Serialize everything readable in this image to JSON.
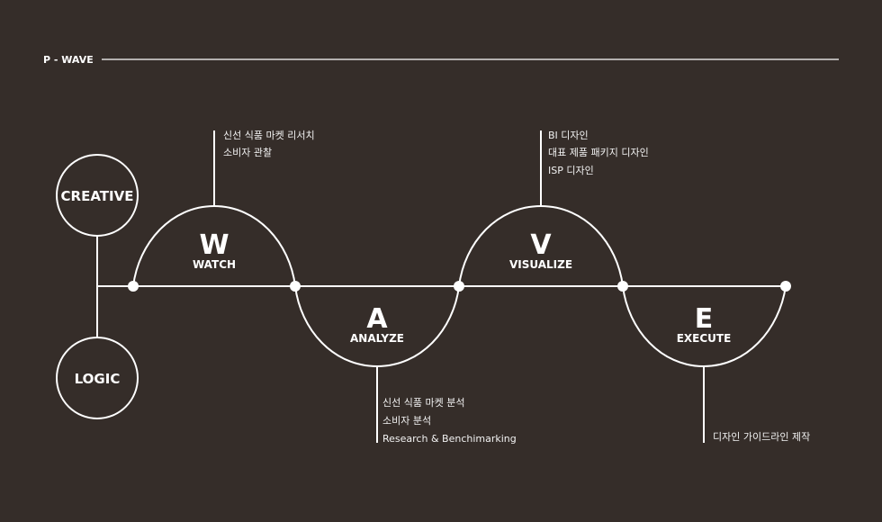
{
  "header": {
    "title": "P - WAVE"
  },
  "nodes": {
    "top": "CREATIVE",
    "bottom": "LOGIC"
  },
  "stages": [
    {
      "letter": "W",
      "name": "WATCH",
      "notes": [
        "신선 식품 마켓 리서치",
        "소비자 관찰"
      ]
    },
    {
      "letter": "A",
      "name": "ANALYZE",
      "notes": [
        "신선 식품 마켓 분석",
        "소비자 분석",
        "Research & Benchimarking"
      ]
    },
    {
      "letter": "V",
      "name": "VISUALIZE",
      "notes": [
        "BI 디자인",
        "대표 제품 패키지 디자인",
        "ISP 디자인"
      ]
    },
    {
      "letter": "E",
      "name": "EXECUTE",
      "notes": [
        "디자인 가이드라인 제작"
      ]
    }
  ],
  "colors": {
    "background": "#352d29",
    "line": "#ffffff"
  }
}
